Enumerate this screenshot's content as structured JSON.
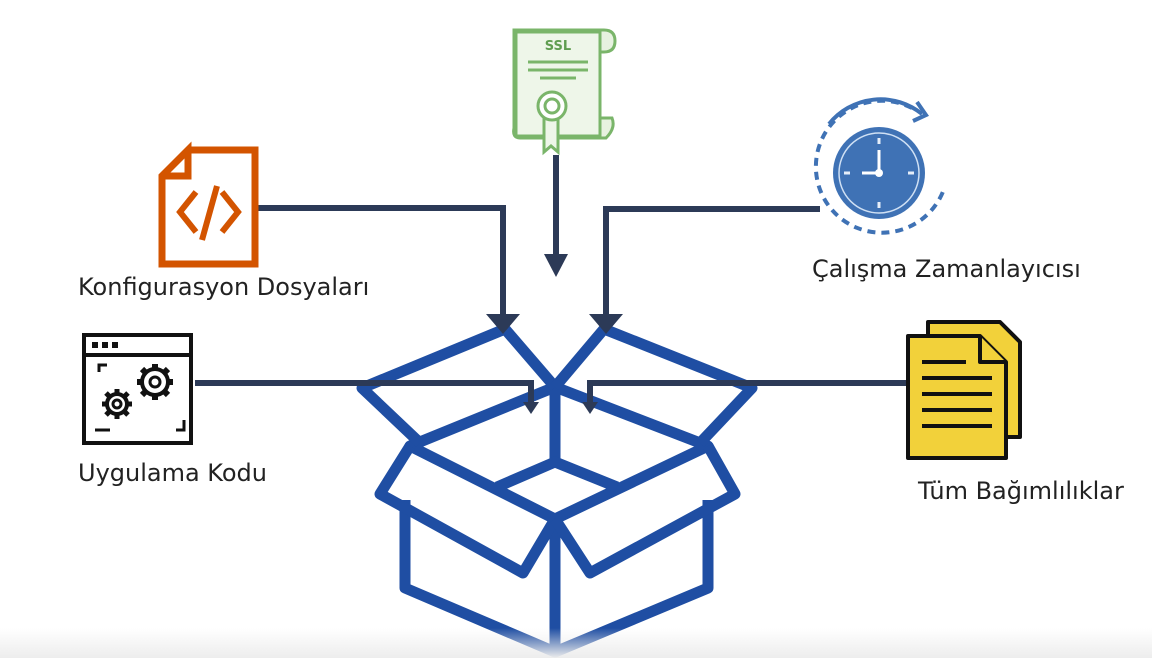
{
  "diagram": {
    "labels": {
      "config": "Konfigurasyon Dosyaları",
      "app_code": "Uygulama Kodu",
      "runtime": "Çalışma Zamanlayıcısı",
      "dependencies": "Tüm Bağımlılıklar",
      "ssl": "SSL"
    },
    "colors": {
      "arrow": "#2c3a57",
      "box": "#1f4ea3",
      "config_icon": "#d35400",
      "ssl_icon": "#7ab56a",
      "clock": "#3f72b5",
      "documents": "#f2d13a"
    }
  }
}
